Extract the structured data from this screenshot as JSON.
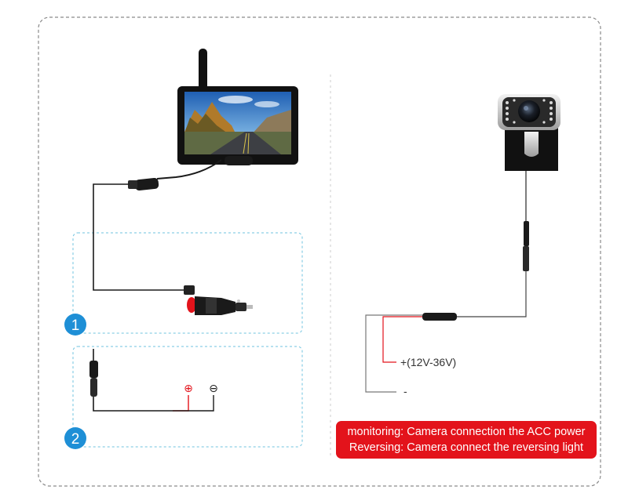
{
  "steps": [
    {
      "number": "1"
    },
    {
      "number": "2"
    }
  ],
  "terminals": {
    "positive": "⊕",
    "negative": "⊖"
  },
  "camera_wiring": {
    "positive_label": "+(12V-36V)",
    "negative_label": "-"
  },
  "note": {
    "line1": "monitoring: Camera connection the ACC power",
    "line2": "Reversing: Camera connect the reversing light"
  },
  "colors": {
    "badge": "#1e8fd6",
    "dash_frame": "#8a8a8a",
    "section_dash": "#6fc3df",
    "positive_wire": "#e3131b",
    "note_background": "#e3131b"
  }
}
